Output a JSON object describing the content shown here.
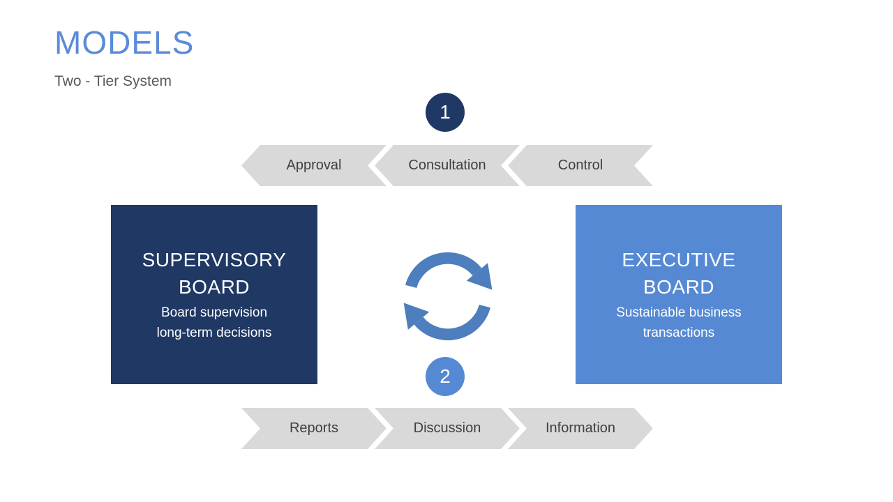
{
  "slide": {
    "title": "MODELS",
    "subtitle": "Two - Tier System"
  },
  "steps": {
    "one": "1",
    "two": "2"
  },
  "top_flow": {
    "items": [
      "Approval",
      "Consultation",
      "Control"
    ]
  },
  "bottom_flow": {
    "items": [
      "Reports",
      "Discussion",
      "Information"
    ]
  },
  "boards": {
    "supervisory": {
      "name_line1": "SUPERVISORY",
      "name_line2": "BOARD",
      "desc_line1": "Board supervision",
      "desc_line2": "long-term decisions"
    },
    "executive": {
      "name_line1": "EXECUTIVE",
      "name_line2": "BOARD",
      "desc_line1": "Sustainable business",
      "desc_line2": "transactions"
    }
  },
  "icons": {
    "center": "sync-cycle-arrows-icon"
  },
  "colors": {
    "navy": "#1f3864",
    "blue": "#5589d4",
    "title-blue": "#5b8bd9",
    "icon-blue": "#4d7ebd",
    "chevron-gray": "#d9d9d9",
    "chevron-text": "#3f3f3f",
    "subtitle-gray": "#595959"
  }
}
